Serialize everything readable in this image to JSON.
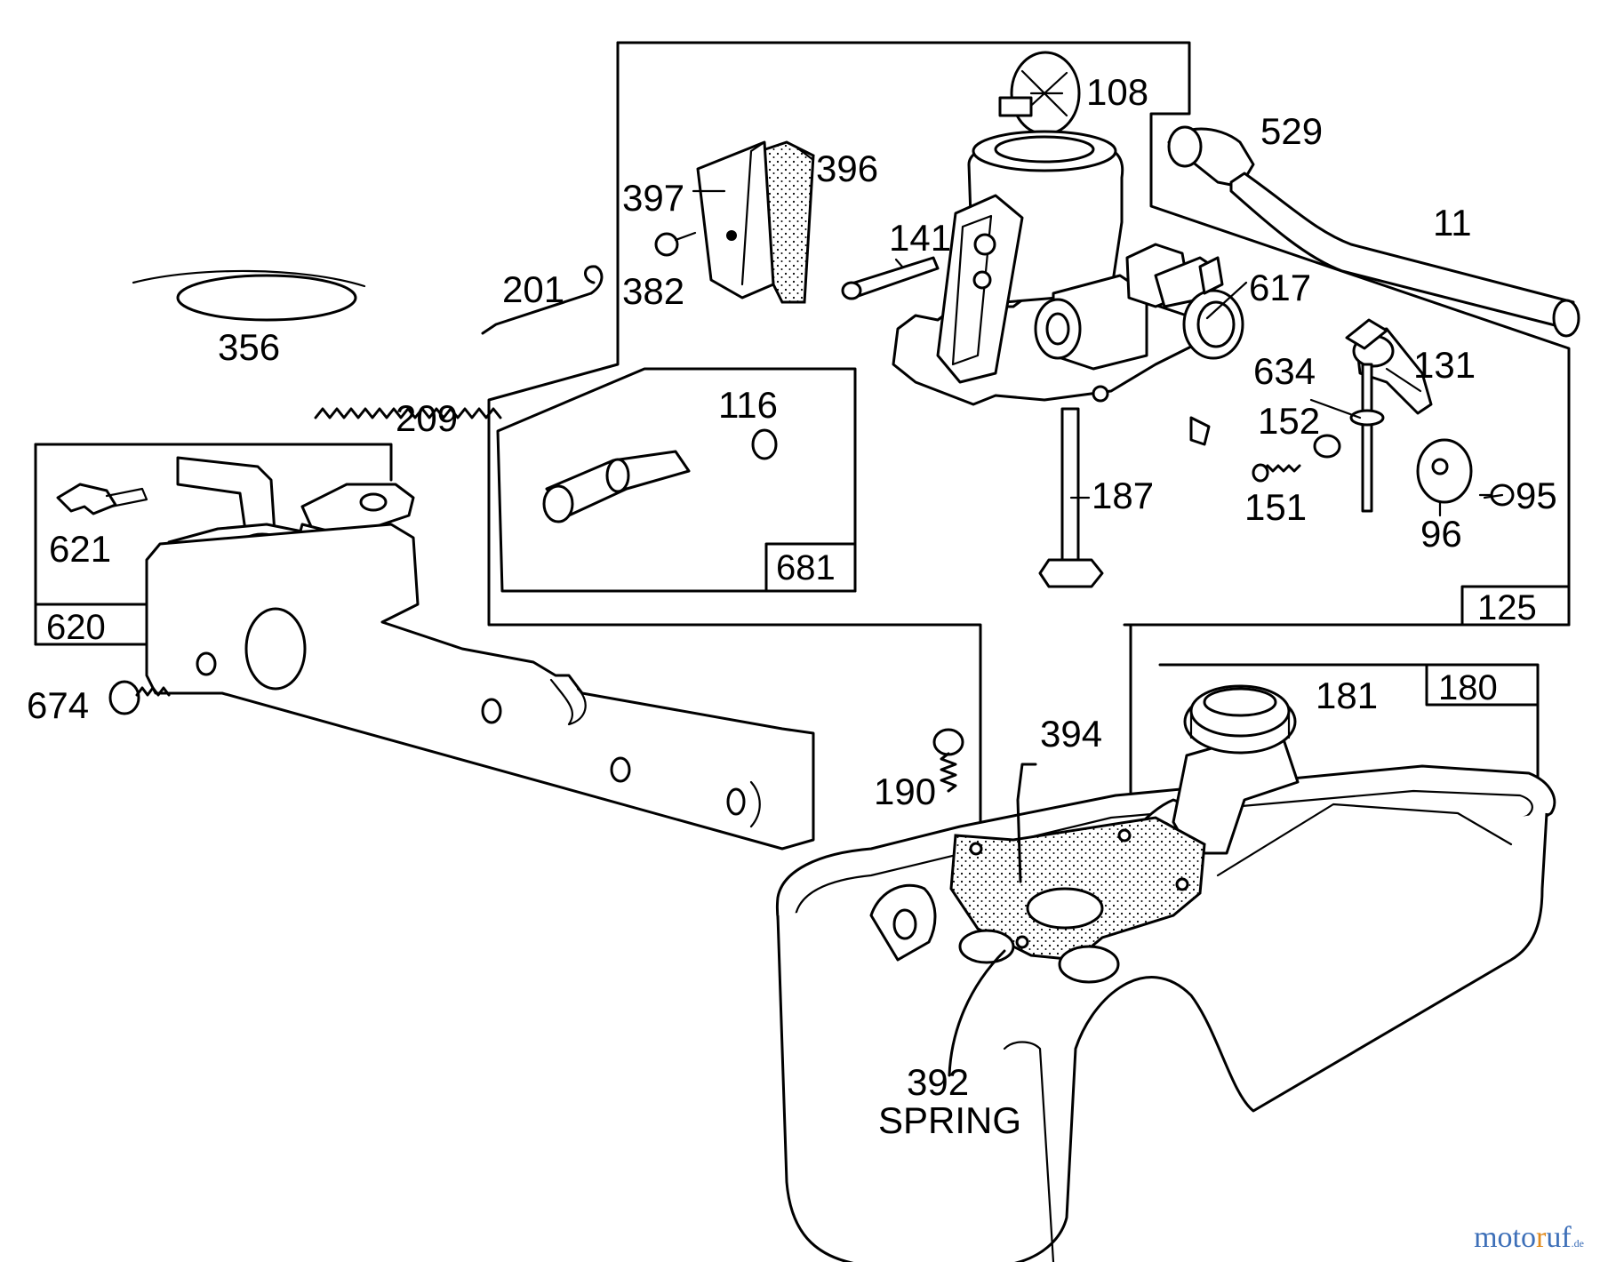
{
  "labels": {
    "p108": "108",
    "p529": "529",
    "p396": "396",
    "p397": "397",
    "p141": "141",
    "p11": "11",
    "p201": "201",
    "p382": "382",
    "p617": "617",
    "p356": "356",
    "p634": "634",
    "p131": "131",
    "p209": "209",
    "p116": "116",
    "p152": "152",
    "p187": "187",
    "p151": "151",
    "p95": "95",
    "p96": "96",
    "p621": "621",
    "p681": "681",
    "p125": "125",
    "p620": "620",
    "p674": "674",
    "p181": "181",
    "p180": "180",
    "p394": "394",
    "p190": "190",
    "p392": "392",
    "spring": "SPRING"
  },
  "watermark": {
    "part1": "moto",
    "part2": "r",
    "part3": "uf",
    "tld": ".de"
  }
}
